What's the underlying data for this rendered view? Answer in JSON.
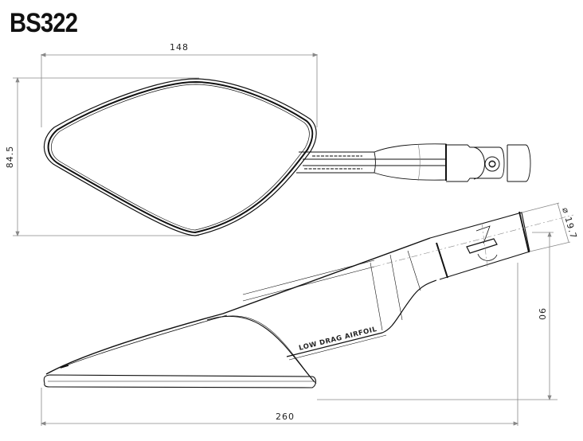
{
  "drawing": {
    "model": "BS322",
    "top_view": {
      "width_dimension": "148",
      "height_dimension": "84.5"
    },
    "side_view": {
      "length_dimension": "260",
      "height_dimension": "90",
      "tube_diameter_dimension": "⌀ 19.7",
      "surface_label": "LOW DRAG AIRFOIL"
    },
    "colors": {
      "line": "#111111",
      "dimension_line": "#888888",
      "background": "#ffffff"
    }
  }
}
